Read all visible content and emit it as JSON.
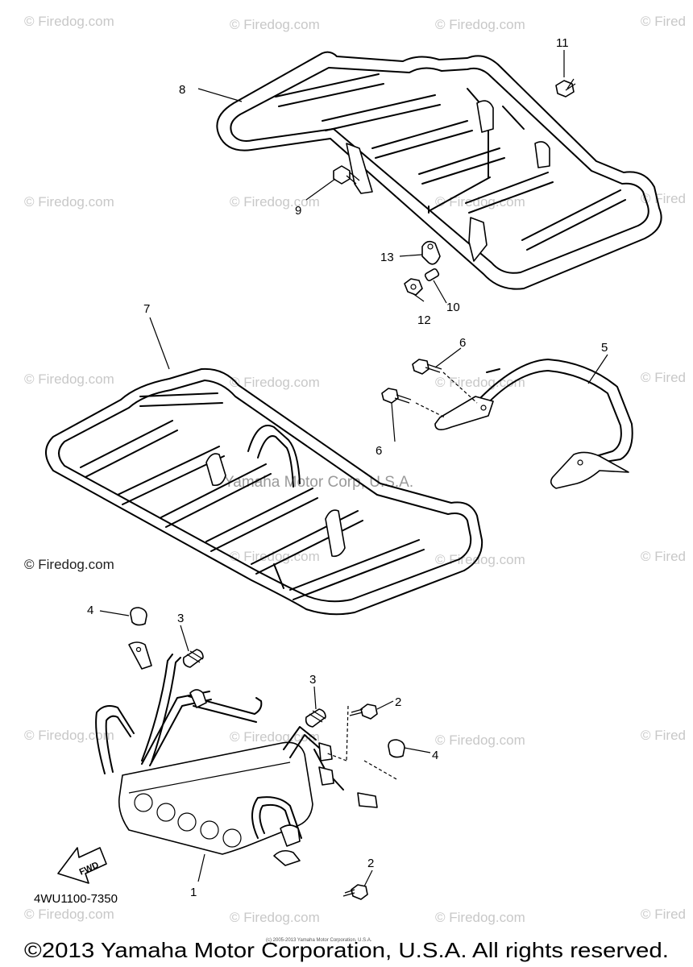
{
  "watermarks": {
    "text": "© Firedog.com",
    "partial": "© Fired"
  },
  "center_watermark": "Yamaha Motor Corp, U.S.A.",
  "side_watermark": "© Firedog.com",
  "callouts": {
    "p1": "1",
    "p2a": "2",
    "p2b": "2",
    "p3a": "3",
    "p3b": "3",
    "p4a": "4",
    "p4b": "4",
    "p5": "5",
    "p6a": "6",
    "p6b": "6",
    "p7": "7",
    "p8": "8",
    "p9": "9",
    "p10": "10",
    "p11": "11",
    "p12": "12",
    "p13": "13"
  },
  "fwd_label": "FWD",
  "diagram_code": "4WU1100-7350",
  "tiny_notice": "(c) 2005-2013 Yamaha Motor Corporation, U.S.A.",
  "copyright": "©2013 Yamaha Motor Corporation, U.S.A. All rights reserved."
}
